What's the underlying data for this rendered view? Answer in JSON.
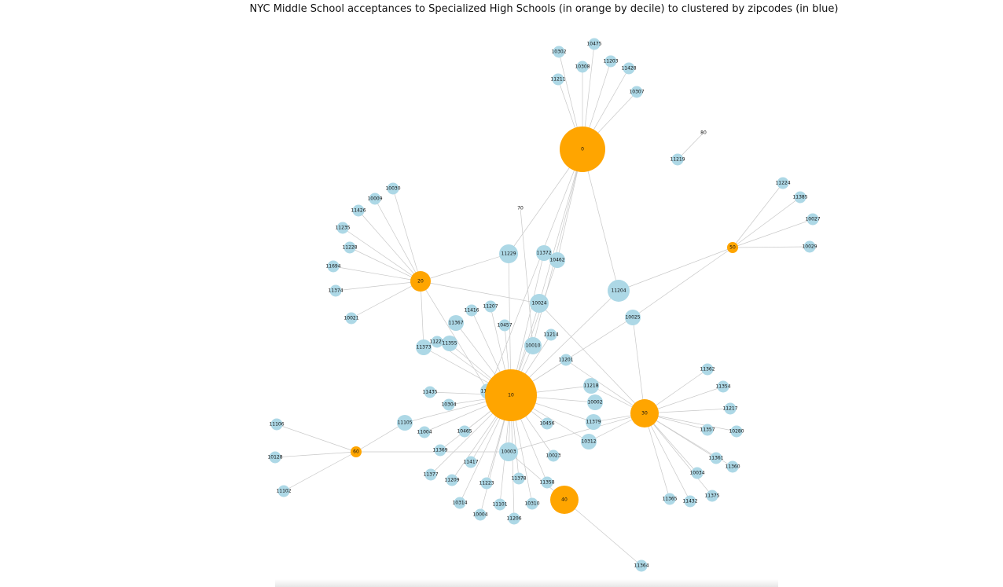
{
  "figure": {
    "title": "NYC Middle School acceptances to Specialized High Schools (in orange by decile) to clustered by zipcodes (in blue)"
  },
  "colors": {
    "decile_node": "#ffa500",
    "zipcode_node": "#add8e6",
    "edge": "#c8c8c8"
  },
  "decile_nodes": [
    {
      "id": "d0",
      "label": "0",
      "size": "xl"
    },
    {
      "id": "d10",
      "label": "10",
      "size": "xxl"
    },
    {
      "id": "d20",
      "label": "20",
      "size": "m"
    },
    {
      "id": "d30",
      "label": "30",
      "size": "l"
    },
    {
      "id": "d40",
      "label": "40",
      "size": "l"
    },
    {
      "id": "d50",
      "label": "50",
      "size": "s"
    },
    {
      "id": "d60",
      "label": "60",
      "size": "s"
    },
    {
      "id": "d70",
      "label": "70",
      "size": "xs"
    },
    {
      "id": "d80",
      "label": "80",
      "size": "xs"
    }
  ],
  "zipcode_nodes": [
    "10302",
    "10475",
    "10308",
    "11203",
    "11428",
    "11211",
    "10307",
    "11219",
    "10030",
    "10009",
    "11426",
    "11235",
    "11228",
    "11694",
    "11374",
    "10021",
    "11224",
    "11385",
    "10027",
    "10029",
    "11229",
    "11372",
    "10462",
    "11204",
    "10025",
    "10024",
    "11207",
    "11416",
    "11367",
    "10457",
    "11214",
    "11220",
    "11355",
    "11373",
    "10010",
    "11201",
    "11435",
    "11215",
    "10304",
    "11105",
    "11004",
    "10465",
    "11369",
    "11106",
    "10128",
    "11102",
    "11218",
    "10002",
    "11379",
    "10456",
    "10312",
    "10003",
    "10023",
    "11417",
    "11377",
    "11209",
    "11223",
    "11378",
    "11358",
    "10314",
    "11101",
    "10310",
    "10004",
    "11206",
    "11362",
    "11354",
    "11217",
    "11357",
    "10280",
    "11361",
    "11360",
    "10034",
    "11375",
    "11365",
    "11432",
    "11364"
  ],
  "edges": [
    [
      "d0",
      "10302"
    ],
    [
      "d0",
      "10475"
    ],
    [
      "d0",
      "10308"
    ],
    [
      "d0",
      "11203"
    ],
    [
      "d0",
      "11428"
    ],
    [
      "d0",
      "11211"
    ],
    [
      "d0",
      "10307"
    ],
    [
      "d0",
      "11229"
    ],
    [
      "d0",
      "10024"
    ],
    [
      "d0",
      "10462"
    ],
    [
      "d0",
      "11204"
    ],
    [
      "d0",
      "10010"
    ],
    [
      "d0",
      "11215"
    ],
    [
      "d80",
      "11219"
    ],
    [
      "d20",
      "10030"
    ],
    [
      "d20",
      "10009"
    ],
    [
      "d20",
      "11426"
    ],
    [
      "d20",
      "11235"
    ],
    [
      "d20",
      "11228"
    ],
    [
      "d20",
      "11694"
    ],
    [
      "d20",
      "11374"
    ],
    [
      "d20",
      "10021"
    ],
    [
      "d20",
      "11229"
    ],
    [
      "d20",
      "11373"
    ],
    [
      "d20",
      "10024"
    ],
    [
      "d20",
      "11215"
    ],
    [
      "d50",
      "11224"
    ],
    [
      "d50",
      "11385"
    ],
    [
      "d50",
      "10027"
    ],
    [
      "d50",
      "10029"
    ],
    [
      "d50",
      "11204"
    ],
    [
      "d50",
      "10025"
    ],
    [
      "d70",
      "10010"
    ],
    [
      "d10",
      "11229"
    ],
    [
      "d10",
      "11372"
    ],
    [
      "d10",
      "10024"
    ],
    [
      "d10",
      "11207"
    ],
    [
      "d10",
      "11416"
    ],
    [
      "d10",
      "11367"
    ],
    [
      "d10",
      "10457"
    ],
    [
      "d10",
      "11214"
    ],
    [
      "d10",
      "11220"
    ],
    [
      "d10",
      "11355"
    ],
    [
      "d10",
      "11373"
    ],
    [
      "d10",
      "10010"
    ],
    [
      "d10",
      "11201"
    ],
    [
      "d10",
      "11435"
    ],
    [
      "d10",
      "11215"
    ],
    [
      "d10",
      "10304"
    ],
    [
      "d10",
      "11105"
    ],
    [
      "d10",
      "11004"
    ],
    [
      "d10",
      "10465"
    ],
    [
      "d10",
      "11369"
    ],
    [
      "d10",
      "11218"
    ],
    [
      "d10",
      "10002"
    ],
    [
      "d10",
      "11379"
    ],
    [
      "d10",
      "10456"
    ],
    [
      "d10",
      "10312"
    ],
    [
      "d10",
      "10003"
    ],
    [
      "d10",
      "10023"
    ],
    [
      "d10",
      "11417"
    ],
    [
      "d10",
      "11377"
    ],
    [
      "d10",
      "11209"
    ],
    [
      "d10",
      "11223"
    ],
    [
      "d10",
      "11378"
    ],
    [
      "d10",
      "11358"
    ],
    [
      "d10",
      "10314"
    ],
    [
      "d10",
      "11101"
    ],
    [
      "d10",
      "10310"
    ],
    [
      "d10",
      "10004"
    ],
    [
      "d10",
      "11206"
    ],
    [
      "d10",
      "10025"
    ],
    [
      "d10",
      "11204"
    ],
    [
      "d10",
      "10462"
    ],
    [
      "d60",
      "11106"
    ],
    [
      "d60",
      "10128"
    ],
    [
      "d60",
      "11102"
    ],
    [
      "d60",
      "11105"
    ],
    [
      "d60",
      "10003"
    ],
    [
      "d30",
      "11362"
    ],
    [
      "d30",
      "11354"
    ],
    [
      "d30",
      "11217"
    ],
    [
      "d30",
      "11357"
    ],
    [
      "d30",
      "10280"
    ],
    [
      "d30",
      "11361"
    ],
    [
      "d30",
      "11360"
    ],
    [
      "d30",
      "10034"
    ],
    [
      "d30",
      "11375"
    ],
    [
      "d30",
      "11365"
    ],
    [
      "d30",
      "11432"
    ],
    [
      "d30",
      "10025"
    ],
    [
      "d30",
      "10024"
    ],
    [
      "d30",
      "11201"
    ],
    [
      "d30",
      "10003"
    ],
    [
      "d30",
      "11379"
    ],
    [
      "d30",
      "10312"
    ],
    [
      "d30",
      "11218"
    ],
    [
      "d40",
      "11364"
    ],
    [
      "d40",
      "10003"
    ]
  ]
}
